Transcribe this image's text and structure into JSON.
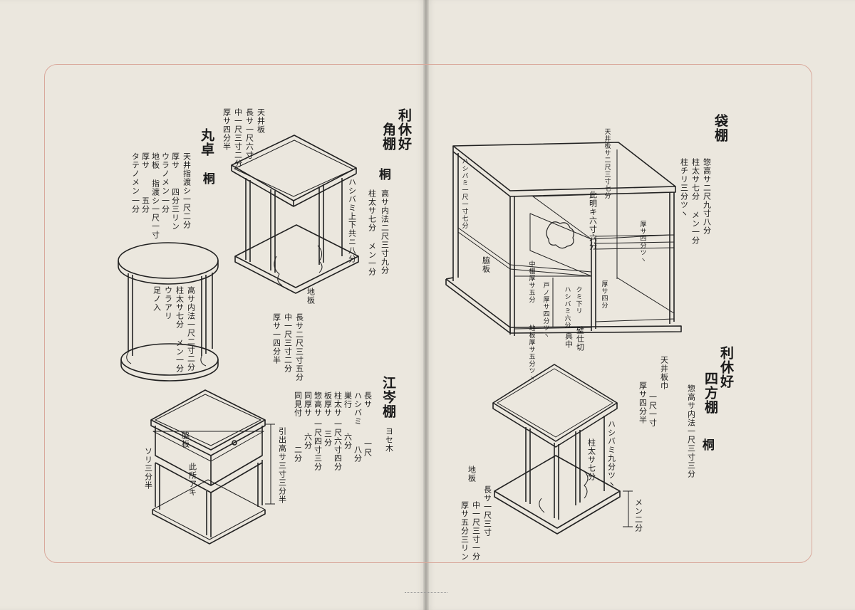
{
  "left_page": {
    "kakudana": {
      "title": "利休好",
      "name": "角棚",
      "material": "桐",
      "height": "高サ内法二尺三寸九分",
      "pillar": "柱太サ七分 メン一分",
      "hashibami": "ハシバミ上下共ニ八分",
      "tenita": [
        "天井板",
        "長サ一尺六寸",
        "中一尺三寸二分",
        "厚サ四分半"
      ],
      "jiita": [
        "地板",
        "長サ二尺三寸五分",
        "中一尺三寸二分",
        "厚サ一四分半"
      ]
    },
    "marujoku": {
      "name": "丸卓",
      "material": "桐",
      "lines": [
        "天井指渡シ一尺二分",
        "厚サ",
        "ウラノメン",
        "地板 指渡シ一尺一寸",
        "厚サ",
        "タテノメン"
      ],
      "values": [
        "四分三リン",
        "一分",
        "五分",
        "一分"
      ],
      "body": [
        "高サ内法一尺二寸二分",
        "柱太サ七分 メン一分",
        "ウラアリ",
        "足ノ入"
      ]
    },
    "edogawa": {
      "name": "江岑棚",
      "material": "ヨセ木",
      "lines": [
        "長サ",
        "ハシバミ",
        "巣行",
        "柱太サ",
        "板厚サ",
        "惣高サ",
        "同厚サ",
        "同見付"
      ],
      "values": [
        "一尺",
        "八分",
        "六分",
        "一尺六寸四分",
        "三分",
        "一尺四寸三分",
        "六分",
        "二分"
      ],
      "drawer_label": "脇板",
      "drawer_height": "引出高サ三寸三分半",
      "sori": "ソリ三分半",
      "bottom_label": "此所アキ"
    }
  },
  "right_page": {
    "fukurodana": {
      "name": "袋棚",
      "total_height": "惣高サ二尺九寸八分",
      "pillar": "柱太サ七分 メン一分",
      "chiri": "柱チリ三分ツヽ",
      "hashibami": "ハシバミ一尺一寸七分",
      "top_edge": "天井板サ二尺三寸七分",
      "side_edge": "厚サ四分ツヽ",
      "middle_label": "此明キ六寸六分",
      "middle_shelf": "中棚厚サ五分",
      "door": "戸ノ厚サ四分ツヽ",
      "hashibami2": "ハシバミ六分",
      "kumiawase": "クミ下リ",
      "side_board": "脇板",
      "kabe": "壁仕切",
      "center": "真中",
      "bottom_edge": "地板厚サ五分ツヽ",
      "inner_depth": "厚サ四分"
    },
    "yohodana": {
      "title": "利休好",
      "name": "四方棚",
      "material": "桐",
      "height": "惣高サ内法一尺三寸三分",
      "tenita": [
        "天井板巾",
        "一尺一寸",
        "四分半",
        "厚サ"
      ],
      "hashibami": "ハシバミ九分ツヽ",
      "pillar": "柱太サ七分",
      "jiita": [
        "地板",
        "長サ一尺三寸",
        "中一尺三寸一分",
        "厚サ五分三リン"
      ],
      "men": "メン二分"
    }
  }
}
